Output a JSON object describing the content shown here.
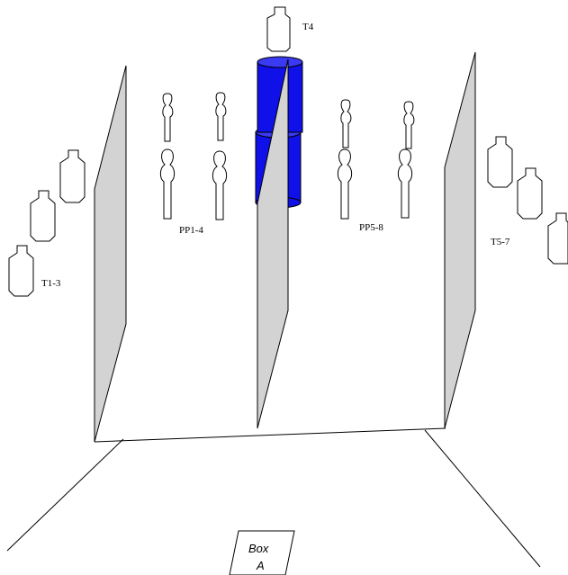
{
  "labels": {
    "t1_3": "T1-3",
    "t4": "T4",
    "t5_7": "T5-7",
    "pp1_4": "PP1-4",
    "pp5_8": "PP5-8",
    "box_line1": "Box",
    "box_line2": "A"
  },
  "colors": {
    "barrel_fill": "#1010e8",
    "barrel_top": "#3a3af2",
    "wall_fill": "#d3d3d3"
  }
}
